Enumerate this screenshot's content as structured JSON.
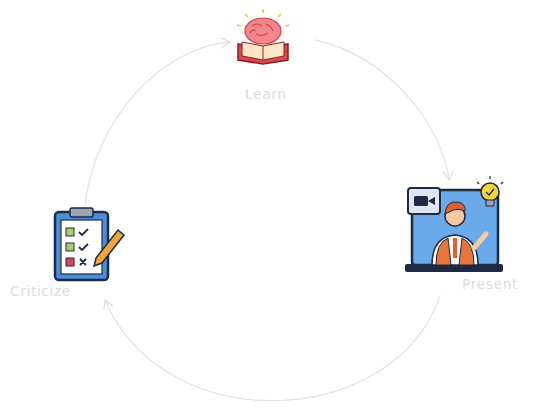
{
  "diagram": {
    "nodes": [
      {
        "text": [
          "Learn"
        ]
      },
      {
        "text": [
          "Present"
        ]
      },
      {
        "text": [
          "Criticize"
        ]
      }
    ],
    "edges": [
      {
        "from": 0,
        "to": 1,
        "arrow": "to"
      },
      {
        "from": 1,
        "to": 2,
        "arrow": "to"
      },
      {
        "from": 2,
        "to": 0,
        "arrow": "to"
      }
    ]
  }
}
